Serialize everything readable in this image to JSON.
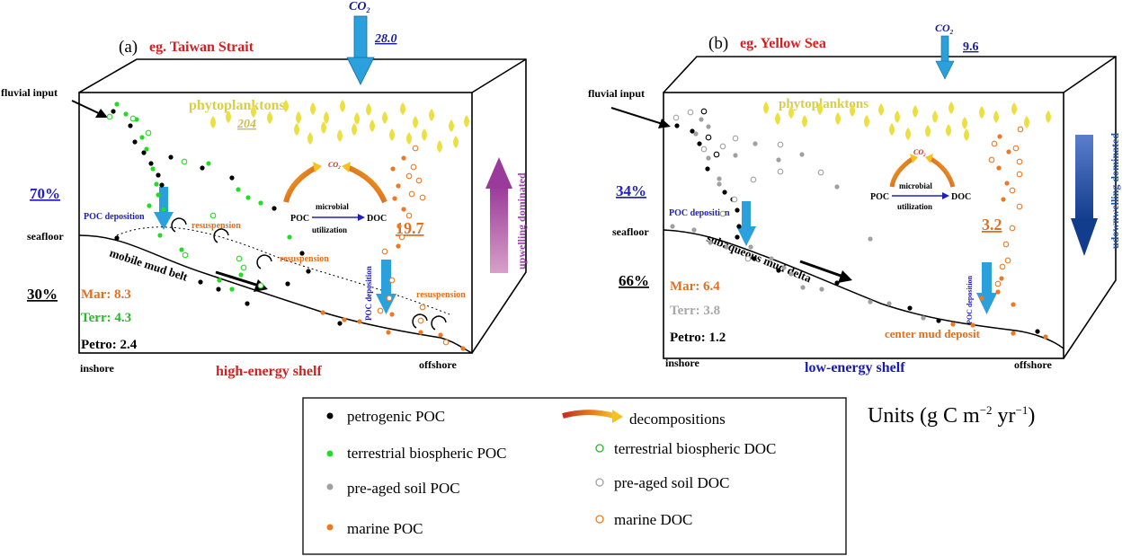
{
  "panel_a": {
    "label": "(a)",
    "example": "eg. Taiwan Strait",
    "co2_label": "CO",
    "co2_sub": "2",
    "co2_value": "28.0",
    "fluvial": "fluvial input",
    "phytoplankton": "phytoplanktons",
    "phyto_value": "204",
    "pct_upper": "70%",
    "pct_lower": "30%",
    "poc_deposition": "POC  deposition",
    "resuspension": "resuspension",
    "resuspension2": "resuspension",
    "resuspension3": "resuspension",
    "seafloor": "seafloor",
    "belt": "mobile mud belt",
    "microbial": "microbial",
    "utilization": "utilization",
    "poc": "POC",
    "doc": "DOC",
    "co2_small": "CO",
    "doc_value": "19.7",
    "upwelling": "upwelling dominated",
    "poc_dep_vert": "POC deposition",
    "mar": "Mar:   8.3",
    "terr": "Terr:   4.3",
    "petro": "Petro: 2.4",
    "inshore": "inshore",
    "offshore": "offshore",
    "shelf": "high-energy shelf"
  },
  "panel_b": {
    "label": "(b)",
    "example": "eg. Yellow Sea",
    "co2_label": "CO",
    "co2_sub": "2",
    "co2_value": "9.6",
    "fluvial": "fluvial input",
    "phytoplankton": "phytoplanktons",
    "pct_upper": "34%",
    "pct_lower": "66%",
    "poc_deposition": "POC  deposition",
    "seafloor": "seafloor",
    "delta": "subaqueous mud delta",
    "microbial": "microbial",
    "utilization": "utilization",
    "poc": "POC",
    "doc": "DOC",
    "co2_small": "CO",
    "doc_value": "3.2",
    "downwelling": "udownwelling dominated",
    "poc_dep_vert": "POC deposition",
    "mar": "Mar:   6.4",
    "terr": "Terr:   3.8",
    "petro": "Petro: 1.2",
    "inshore": "inshore",
    "offshore": "offshore",
    "center": "center mud deposit",
    "shelf": "low-energy shelf"
  },
  "legend": {
    "items": [
      "petrogenic POC",
      "decompositions",
      "terrestrial biospheric POC",
      "terrestrial biospheric DOC",
      "pre-aged soil POC",
      "pre-aged soil DOC",
      "marine POC",
      "marine DOC"
    ]
  },
  "units": "Units (g C m",
  "units_exp": "−2",
  "units_yr": " yr",
  "units_exp2": "−1",
  "units_close": ")",
  "colors": {
    "petrogenic": "#000000",
    "terrestrial": "#22dd22",
    "soil": "#a0a0a0",
    "marine": "#f07820",
    "red_title": "#d42020",
    "blue_pct": "#2020c0",
    "phyto": "#d8d040",
    "arrow_blue": "#2aa0dc",
    "upwelling": "#a040b0",
    "downwelling": "#1e4ea0"
  }
}
